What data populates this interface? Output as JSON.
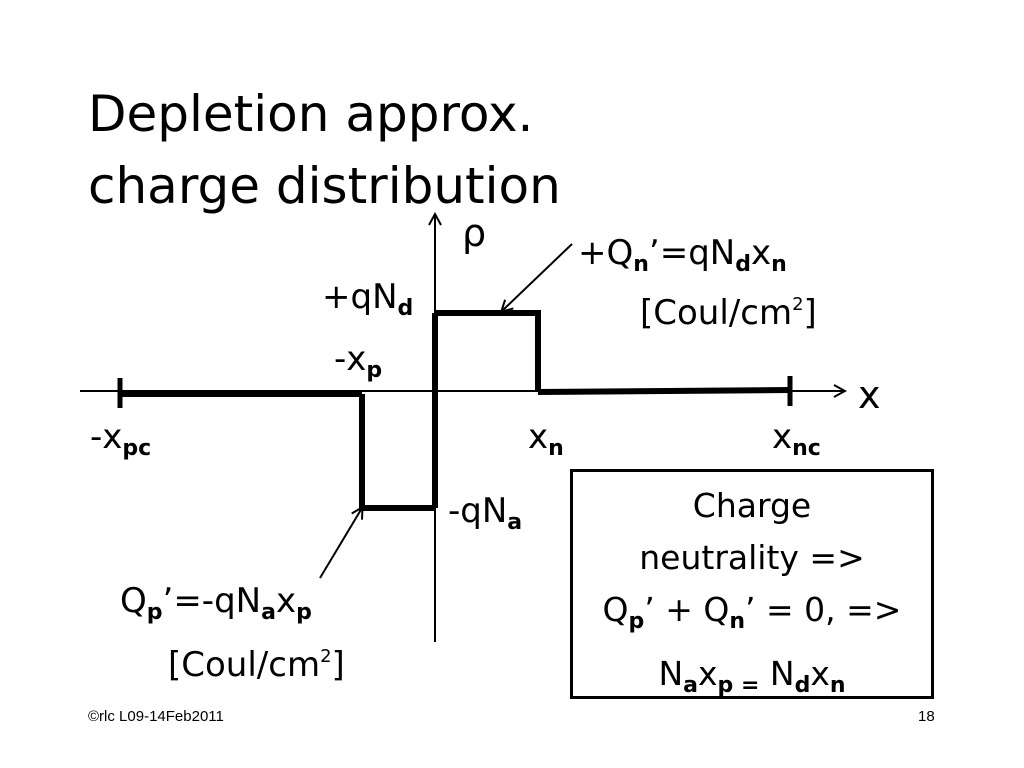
{
  "title": [
    "Depletion approx.",
    "charge distribution"
  ],
  "axis": {
    "y_label": "ρ",
    "x_label": "x"
  },
  "labels": {
    "plus_qnd": {
      "pre": "+qN",
      "sub": "d"
    },
    "minus_xp": {
      "pre": "-x",
      "sub": "p"
    },
    "minus_xpc": {
      "pre": "-x",
      "sub": "pc"
    },
    "xn": {
      "pre": "x",
      "sub": "n"
    },
    "xnc": {
      "pre": "x",
      "sub": "nc"
    },
    "minus_qna": {
      "pre": "-qN",
      "sub": "a"
    }
  },
  "qn_annotation": {
    "line1": {
      "a": "+Q",
      "sub1": "n",
      "b": "’=qN",
      "sub2": "d",
      "c": "x",
      "sub3": "n"
    },
    "line2": {
      "a": "[Coul/cm",
      "sup": "2",
      "b": "]"
    }
  },
  "qp_annotation": {
    "line1": {
      "a": "Q",
      "sub1": "p",
      "b": "’=-qN",
      "sub2": "a",
      "c": "x",
      "sub3": "p"
    },
    "line2": {
      "a": "[Coul/cm",
      "sup": "2",
      "b": "]"
    }
  },
  "box": {
    "line1": "Charge",
    "line2": "neutrality  =>",
    "line3": {
      "a": "Q",
      "sub1": "p",
      "b": "’ + Q",
      "sub2": "n",
      "c": "’ = 0, =>"
    },
    "line4": {
      "a": "N",
      "sub1": "a",
      "b": "x",
      "sub2": "p =",
      "c": " N",
      "sub3": "d",
      "d": "x",
      "sub4": "n"
    }
  },
  "footer": {
    "left": "©rlc L09-14Feb2011",
    "right": "18"
  }
}
